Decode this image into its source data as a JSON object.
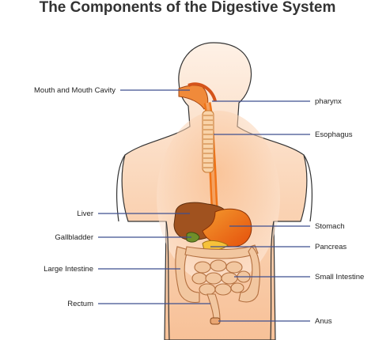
{
  "title": "The Components of the Digestive System",
  "labels": {
    "mouth": "Mouth and Mouth Cavity",
    "pharynx": "pharynx",
    "esophagus": "Esophagus",
    "liver": "Liver",
    "stomach": "Stomach",
    "gallbladder": "Gallbladder",
    "pancreas": "Pancreas",
    "large_intestine": "Large Intestine",
    "small_intestine": "Small Intestine",
    "rectum": "Rectum",
    "anus": "Anus"
  },
  "colors": {
    "line": "#3f4f8f",
    "skin_light": "#fde7d6",
    "skin_dark": "#f4b07c",
    "liver": "#a0521f",
    "stomach": "#f07418",
    "intestine": "#f2c7a0",
    "gallbladder": "#6f8f2a"
  }
}
